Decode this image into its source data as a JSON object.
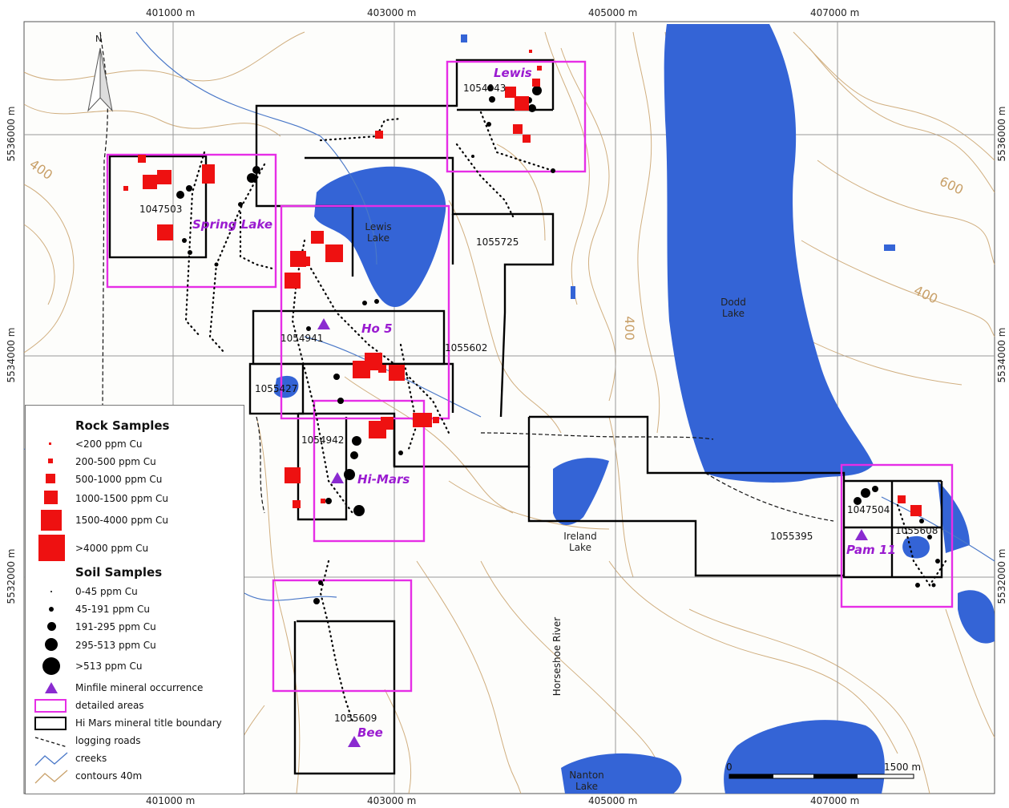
{
  "grid": {
    "easting_top": [
      "401000 m",
      "403000 m",
      "405000 m",
      "407000 m"
    ],
    "easting_bottom": [
      "401000 m",
      "403000 m",
      "405000 m",
      "407000 m"
    ],
    "northing_left": [
      "5536000 m",
      "5534000 m",
      "5532000 m"
    ],
    "northing_right": [
      "5536000 m",
      "5534000 m",
      "5532000 m"
    ]
  },
  "north_arrow": {
    "label": "N"
  },
  "scale_bar": {
    "start": "0",
    "end": "1500 m"
  },
  "areas": [
    "Lewis",
    "Spring Lake",
    "Ho 5",
    "Hi-Mars",
    "Pam 11",
    "Bee"
  ],
  "claims": [
    "1054943",
    "1047503",
    "1055725",
    "1054941",
    "1055602",
    "1055427",
    "1054942",
    "1047504",
    "1055608",
    "1055395",
    "1055609"
  ],
  "places": {
    "lewis_lake": [
      "Lewis",
      "Lake"
    ],
    "dodd_lake": [
      "Dodd",
      "Lake"
    ],
    "ireland_lake": [
      "Ireland",
      "Lake"
    ],
    "nanton_lake": [
      "Nanton",
      "Lake"
    ],
    "horseshoe_river": "Horseshoe River"
  },
  "contour_labels": [
    "400",
    "600",
    "400",
    "400"
  ],
  "legend": {
    "rock_title": "Rock Samples",
    "rock_items": [
      "<200 ppm Cu",
      "200-500 ppm Cu",
      "500-1000 ppm Cu",
      "1000-1500 ppm Cu",
      "1500-4000 ppm Cu",
      ">4000 ppm Cu"
    ],
    "soil_title": "Soil Samples",
    "soil_items": [
      "0-45 ppm Cu",
      "45-191 ppm Cu",
      "191-295 ppm Cu",
      "295-513 ppm Cu",
      ">513 ppm Cu"
    ],
    "other_items": [
      "Minfile mineral occurrence",
      "detailed areas",
      "Hi Mars mineral title boundary",
      "logging roads",
      "creeks",
      "contours 40m"
    ]
  },
  "colors": {
    "water": "#3464d6",
    "contour": "#c9a16a",
    "claim": "#000000",
    "detail": "#e62ee6",
    "rock": "#ee1111",
    "soil": "#000000",
    "minfile": "#8a2bd0",
    "grid": "#999999",
    "creek": "#4a78c8"
  }
}
